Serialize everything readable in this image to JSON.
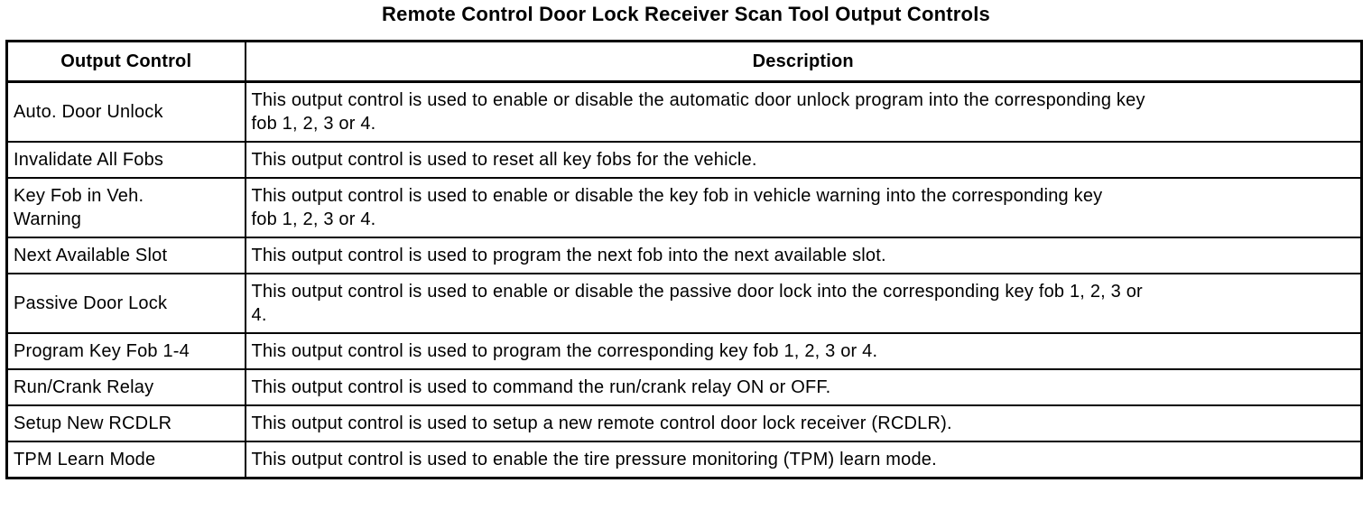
{
  "page": {
    "title": "Remote Control Door Lock Receiver Scan Tool Output Controls"
  },
  "table": {
    "headers": {
      "control": "Output Control",
      "description": "Description"
    },
    "rows": [
      {
        "control": "Auto. Door Unlock",
        "description": "This output control is used to enable or disable the automatic door unlock program into the corresponding key\nfob 1, 2, 3 or 4."
      },
      {
        "control": "Invalidate All Fobs",
        "description": "This output control is used to reset all key fobs for the vehicle."
      },
      {
        "control": "Key Fob in Veh.\nWarning",
        "description": "This output control is used to enable or disable the key fob in vehicle warning into the corresponding key\nfob 1, 2, 3 or 4."
      },
      {
        "control": "Next Available Slot",
        "description": "This output control is used to program the next fob into the next available slot."
      },
      {
        "control": "Passive Door Lock",
        "description": "This output control is used to enable or disable the passive door lock into the corresponding key fob 1, 2, 3 or\n4."
      },
      {
        "control": "Program Key Fob 1-4",
        "description": "This output control is used to program the corresponding key fob 1, 2, 3 or 4."
      },
      {
        "control": "Run/Crank Relay",
        "description": "This output control is used to command the run/crank relay ON or OFF."
      },
      {
        "control": "Setup New RCDLR",
        "description": "This output control is used to setup a new remote control door lock receiver (RCDLR)."
      },
      {
        "control": "TPM Learn Mode",
        "description": "This output control is used to enable the tire pressure monitoring (TPM) learn mode."
      }
    ]
  }
}
